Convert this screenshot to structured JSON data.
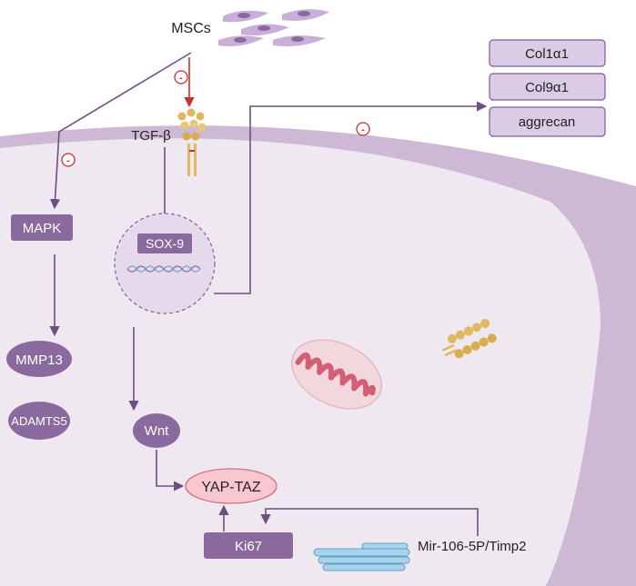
{
  "labels": {
    "mscs": "MSCs",
    "tgf_beta": "TGF-β",
    "mapk": "MAPK",
    "mmp13": "MMP13",
    "adamts5": "ADAMTS5",
    "sox9": "SOX-9",
    "wnt": "Wnt",
    "yap_taz": "YAP-TAZ",
    "ki67": "Ki67",
    "mir": "Mir-106-5P/Timp2",
    "inhibit": "-"
  },
  "matrix_genes": [
    "Col1α1",
    "Col9α1",
    "aggrecan"
  ],
  "colors": {
    "cell_fill": "#efe8f1",
    "membrane": "#cdb8d6",
    "node_fill": "#8a6a9e",
    "node_text": "#ffffff",
    "arrow": "#6d4f82",
    "inhibit_arrow": "#c83232",
    "yap_fill": "#f8c7cf",
    "yap_stroke": "#d2707f",
    "gene_box_fill": "#dccbe5",
    "gene_box_stroke": "#7c5d91",
    "receptor": "#e0b860",
    "mito_outer": "#f2d7dc",
    "mito_inner": "#d25f75",
    "er": "#8ec3e3"
  },
  "icons": [
    "msc-cells-icon",
    "receptor-icon",
    "dna-helix-icon",
    "mitochondrion-icon",
    "endoplasmic-reticulum-icon"
  ]
}
